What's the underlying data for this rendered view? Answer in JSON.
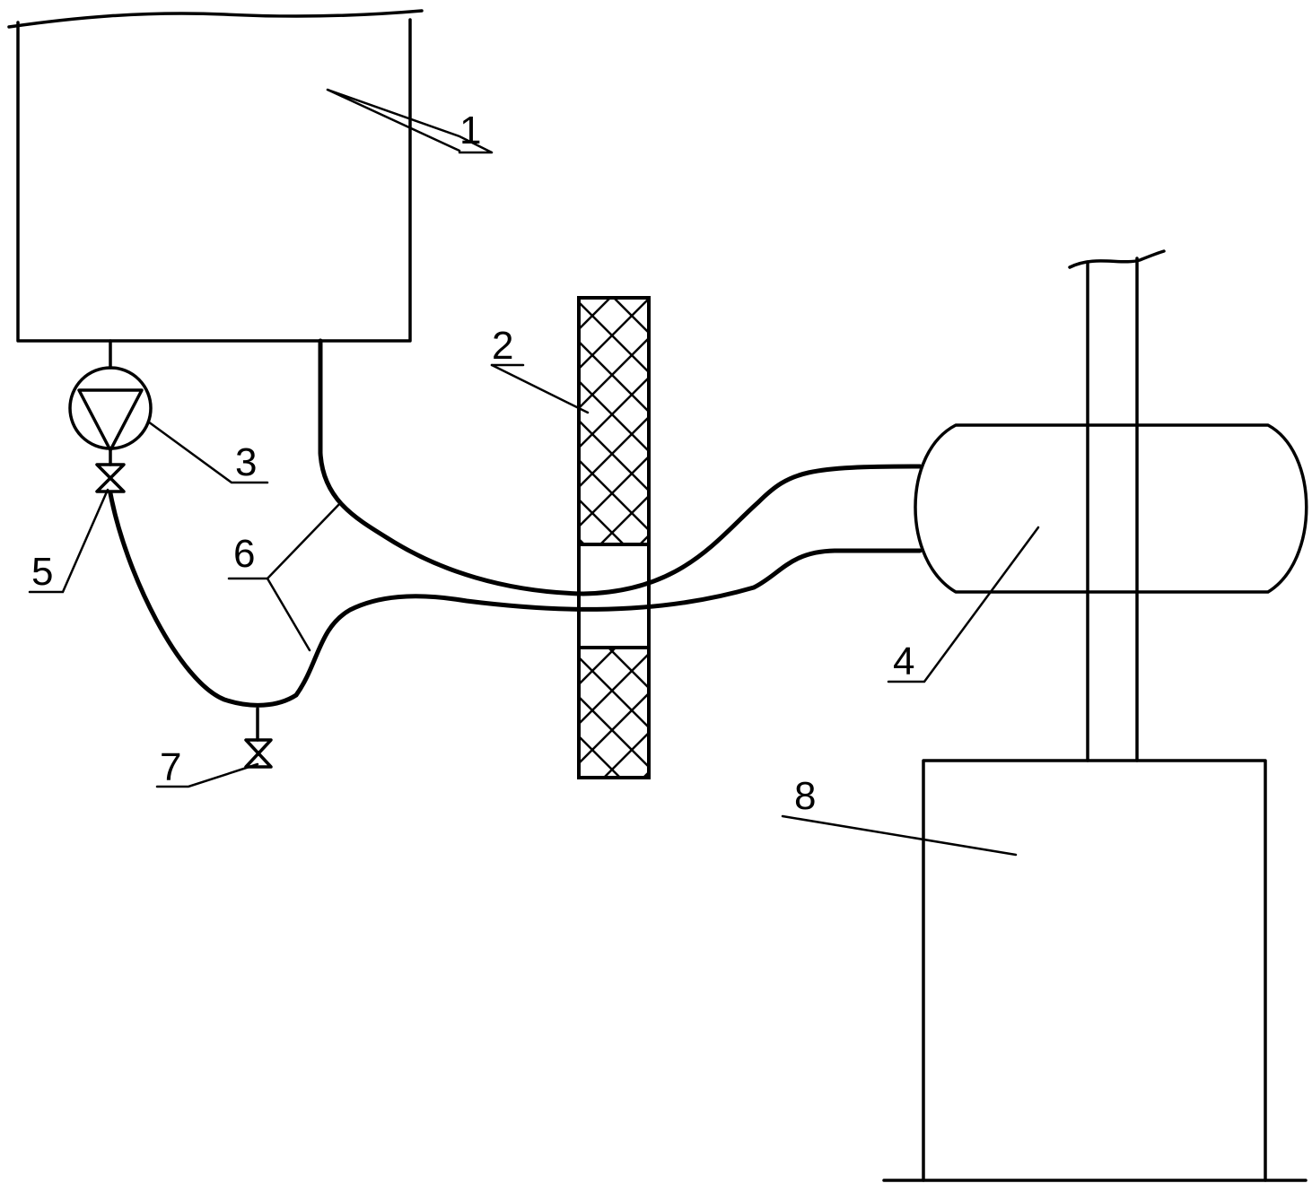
{
  "labels": {
    "tank": "1",
    "screen": "2",
    "pump": "3",
    "vessel": "4",
    "valve_upper": "5",
    "pipes": "6",
    "valve_drain": "7",
    "base": "8"
  },
  "colors": {
    "line": "#000000",
    "background": "#ffffff"
  },
  "icons": {
    "pump": "pump-icon",
    "valve_upper": "valve-icon",
    "valve_drain": "valve-icon"
  }
}
